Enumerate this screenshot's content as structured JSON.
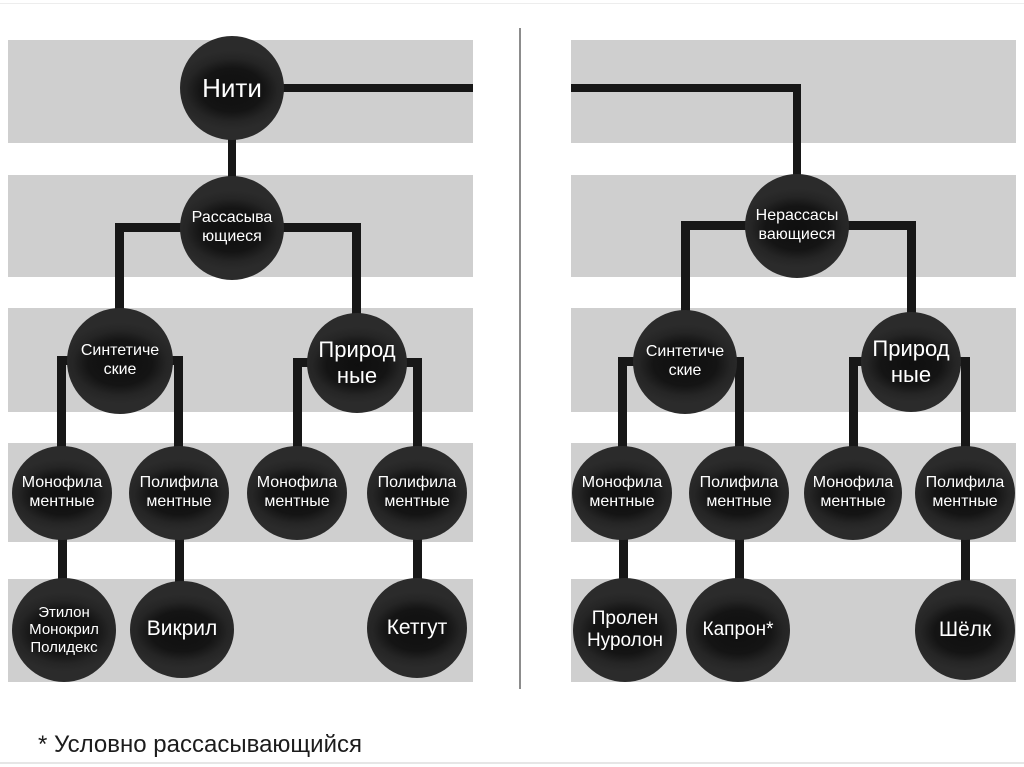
{
  "slide": {
    "footnote": "* Условно рассасывающийся",
    "colors": {
      "band": "#cfcfcf",
      "node_fill": "#161616",
      "node_text": "#ffffff",
      "connector": "#171717",
      "divider": "#8c8c8c"
    }
  },
  "left_tree": {
    "root": {
      "label": "Нити"
    },
    "absorbable": {
      "label": "Рассасыва\nющиеся"
    },
    "synthetic": {
      "label": "Синтетиче\nские"
    },
    "natural": {
      "label": "Природ\nные"
    },
    "synthetic_monofilament": {
      "label": "Монофила\nментные"
    },
    "synthetic_polyfilament": {
      "label": "Полифила\nментные"
    },
    "natural_monofilament": {
      "label": "Монофила\nментные"
    },
    "natural_polyfilament": {
      "label": "Полифила\nментные"
    },
    "examples_synthetic_monofilament": {
      "label": "Этилон\nМонокрил\nПолидекс"
    },
    "examples_synthetic_polyfilament": {
      "label": "Викрил"
    },
    "examples_natural_polyfilament": {
      "label": "Кетгут"
    }
  },
  "right_tree": {
    "nonabsorbable": {
      "label": "Нерассасы\nвающиеся"
    },
    "synthetic": {
      "label": "Синтетиче\nские"
    },
    "natural": {
      "label": "Природ\nные"
    },
    "synthetic_monofilament": {
      "label": "Монофила\nментные"
    },
    "synthetic_polyfilament": {
      "label": "Полифила\nментные"
    },
    "natural_monofilament": {
      "label": "Монофила\nментные"
    },
    "natural_polyfilament": {
      "label": "Полифила\nментные"
    },
    "examples_synthetic_monofilament": {
      "label": "Пролен\nНуролон"
    },
    "examples_synthetic_polyfilament": {
      "label": "Капрон*"
    },
    "examples_natural_polyfilament": {
      "label": "Шёлк"
    }
  }
}
